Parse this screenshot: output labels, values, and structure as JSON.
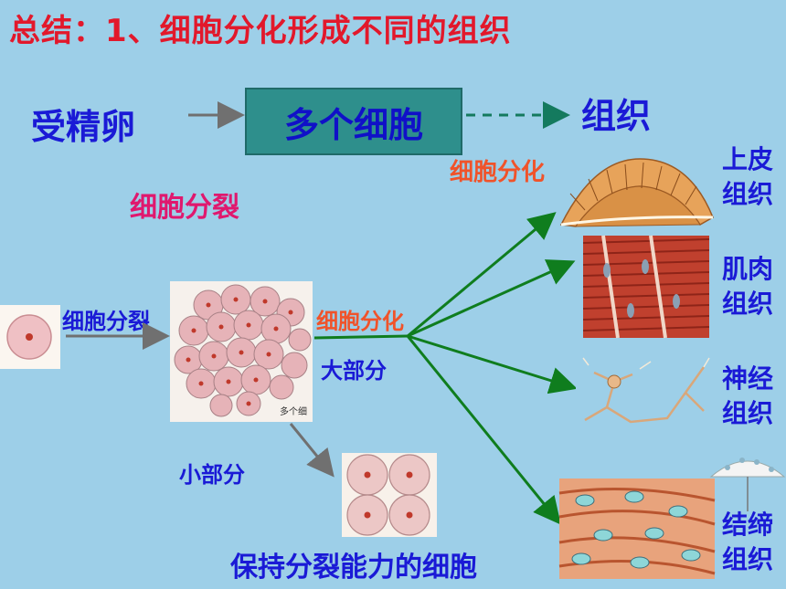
{
  "title": "总结：1、细胞分化形成不同的组织",
  "top_flow": {
    "start": "受精卵",
    "box": "多个细胞",
    "end": "组织"
  },
  "labels": {
    "division_top": "细胞分裂",
    "differentiation_top": "细胞分化",
    "division_mid": "细胞分裂",
    "differentiation_mid": "细胞分化",
    "majority": "大部分",
    "minority": "小部分",
    "keep_dividing": "保持分裂能力的细胞",
    "multi_cell_caption": "多个细"
  },
  "tissues": [
    {
      "line1": "上皮",
      "line2": "组织"
    },
    {
      "line1": "肌肉",
      "line2": "组织"
    },
    {
      "line1": "神经",
      "line2": "组织"
    },
    {
      "line1": "结缔",
      "line2": "组织"
    }
  ],
  "colors": {
    "background": "#9dcfe8",
    "title": "#e2182b",
    "blue_text": "#1a1ad6",
    "orange_text": "#f0532a",
    "pink_text": "#e0186e",
    "box_fill": "#2e8f8c",
    "arrow_green": "#0f7d1e",
    "arrow_gray": "#707070"
  }
}
